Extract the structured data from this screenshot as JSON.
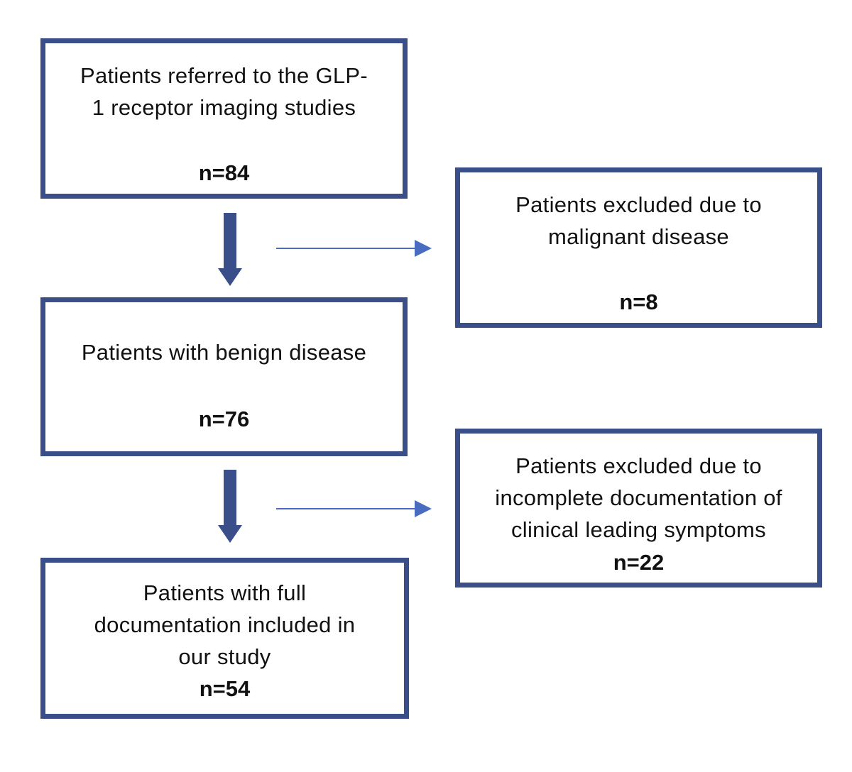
{
  "colors": {
    "border": "#3a4f8a",
    "arrow_down": "#3a4f8a",
    "arrow_side": "#4a6cc0"
  },
  "boxes": {
    "referred": {
      "lines": [
        "Patients referred to the GLP-",
        "1 receptor imaging studies"
      ],
      "count": "n=84"
    },
    "malignant": {
      "lines": [
        "Patients excluded due to",
        "malignant disease"
      ],
      "count": "n=8"
    },
    "benign": {
      "lines": [
        "Patients with benign disease"
      ],
      "count": "n=76"
    },
    "incomplete": {
      "lines": [
        "Patients excluded due to",
        "incomplete documentation of",
        "clinical leading symptoms"
      ],
      "count": "n=22"
    },
    "included": {
      "lines": [
        "Patients with full",
        "documentation included in",
        "our study"
      ],
      "count": "n=54"
    }
  }
}
